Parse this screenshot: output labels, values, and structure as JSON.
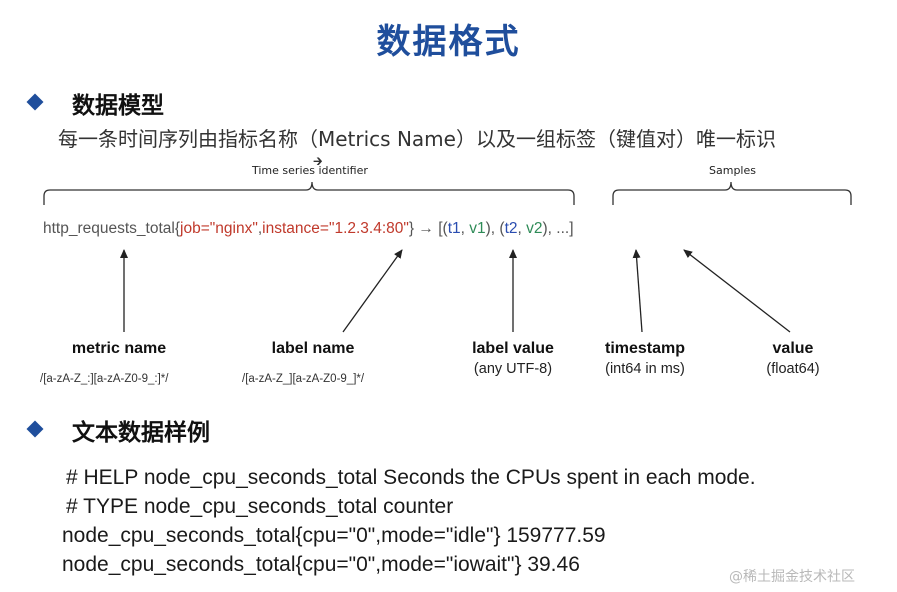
{
  "title": "数据格式",
  "section1": {
    "heading": "数据模型",
    "description": "每一条时间序列由指标名称（Metrics Name）以及一组标签（键值对）唯一标识"
  },
  "diagram": {
    "brace_identifier_label": "Time series identifier",
    "brace_samples_label": "Samples",
    "code": {
      "metric": "http_requests_total{",
      "label1_key": "job=",
      "label1_val": "\"nginx\"",
      "comma1": ",",
      "label2_key": "instance=",
      "label2_val": "\"1.2.3.4:80\"",
      "close": "}",
      "arrow": " → [(",
      "t1": "t1",
      "sep1": ", ",
      "v1": "v1",
      "mid": "), (",
      "t2": "t2",
      "sep2": ", ",
      "v2": "v2",
      "end": "), ...]"
    },
    "parts": [
      {
        "label": "metric name",
        "sub": "/[a-zA-Z_:][a-zA-Z0-9_:]*/"
      },
      {
        "label": "label name",
        "sub": "/[a-zA-Z_][a-zA-Z0-9_]*/"
      },
      {
        "label": "label value",
        "sub": "(any UTF-8)"
      },
      {
        "label": "timestamp",
        "sub": "(int64 in ms)"
      },
      {
        "label": "value",
        "sub": "(float64)"
      }
    ]
  },
  "section2": {
    "heading": "文本数据样例",
    "lines": [
      "# HELP node_cpu_seconds_total Seconds the CPUs spent in each mode.",
      "# TYPE node_cpu_seconds_total counter",
      "node_cpu_seconds_total{cpu=\"0\",mode=\"idle\"} 159777.59",
      "node_cpu_seconds_total{cpu=\"0\",mode=\"iowait\"} 39.46"
    ]
  },
  "watermark": "@稀土掘金技术社区",
  "colors": {
    "title": "#1f4e9c",
    "label_key": "#c0392b",
    "timestamp": "#2a4db0",
    "value": "#2e8b57"
  }
}
